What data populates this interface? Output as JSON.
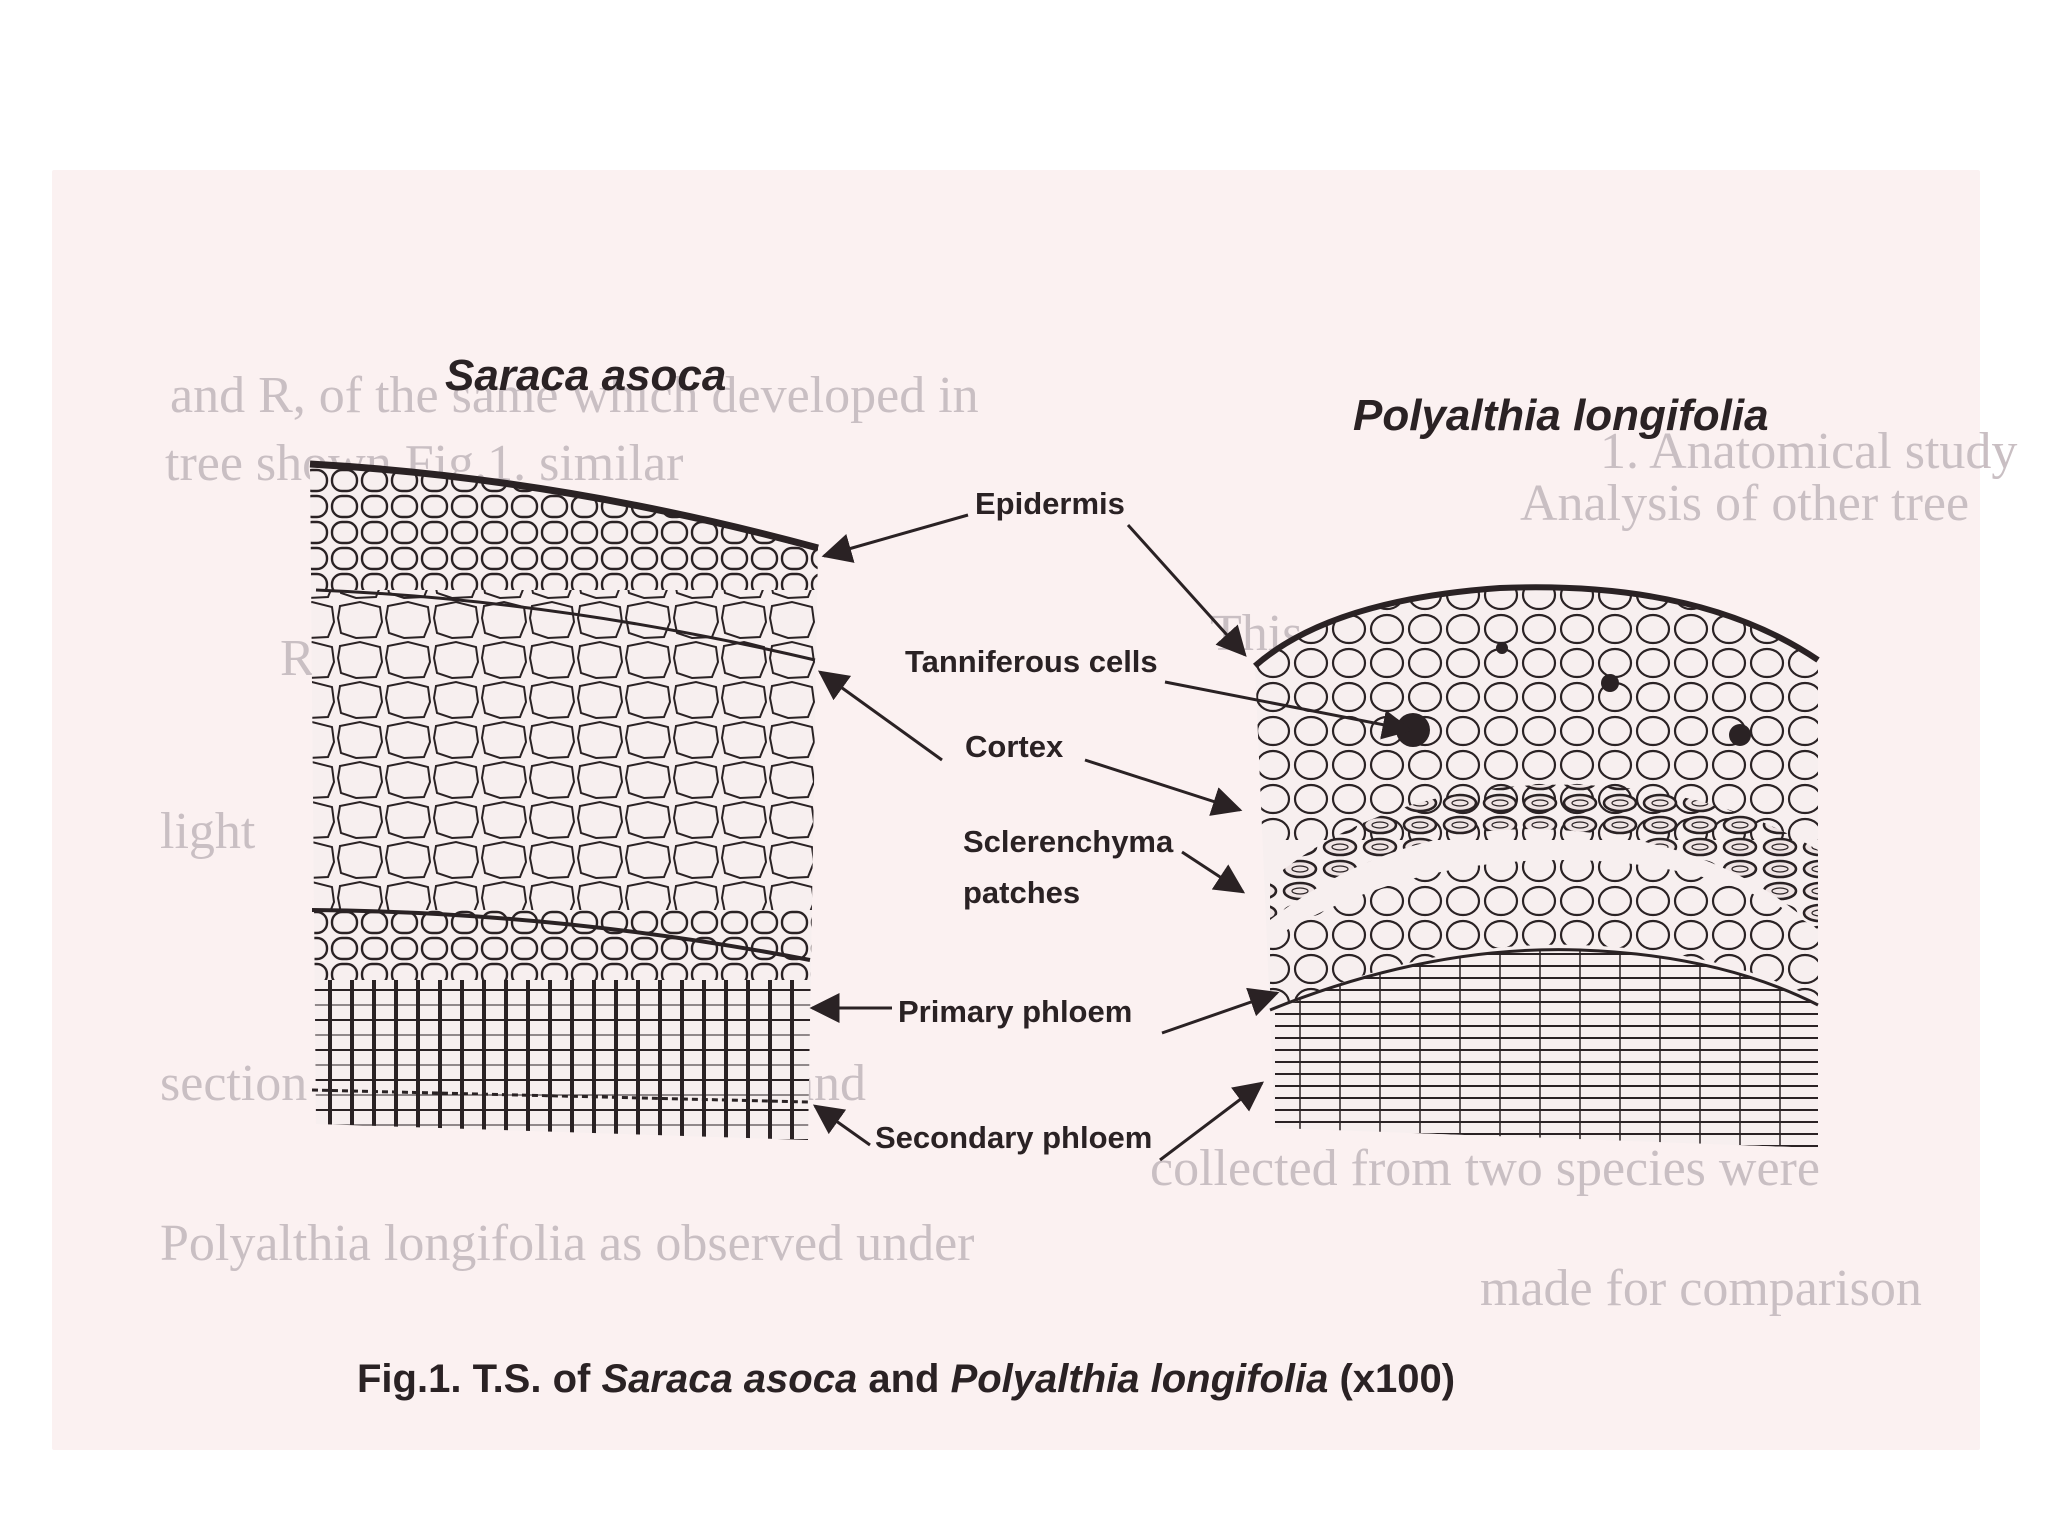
{
  "figure": {
    "species_left": "Saraca asoca",
    "species_right": "Polyalthia longifolia",
    "labels": {
      "epidermis": "Epidermis",
      "tanniferous": "Tanniferous cells",
      "cortex": "Cortex",
      "sclerenchyma_line1": "Sclerenchyma",
      "sclerenchyma_line2": "patches",
      "primary_phloem": "Primary phloem",
      "secondary_phloem": "Secondary phloem"
    },
    "caption": {
      "prefix": "Fig.1. T.S. of ",
      "species_a": "Saraca asoca",
      "conj": " and ",
      "species_b": "Polyalthia longifolia",
      "magnification": " (x100)"
    }
  },
  "show_through_text": [
    "and R, of the same which developed in",
    "tree shown Fig.1. similar",
    "Results",
    "light",
    "1. Anatomical study",
    "This",
    "Analysis of other tree",
    "section views of Saraca asoca and",
    "Polyalthia longifolia as observed under",
    "collected from two species were",
    "made for comparison"
  ],
  "colors": {
    "ink": "#2a2224",
    "paper": "#fbf1f1",
    "ghost": "#c9bfc3"
  }
}
